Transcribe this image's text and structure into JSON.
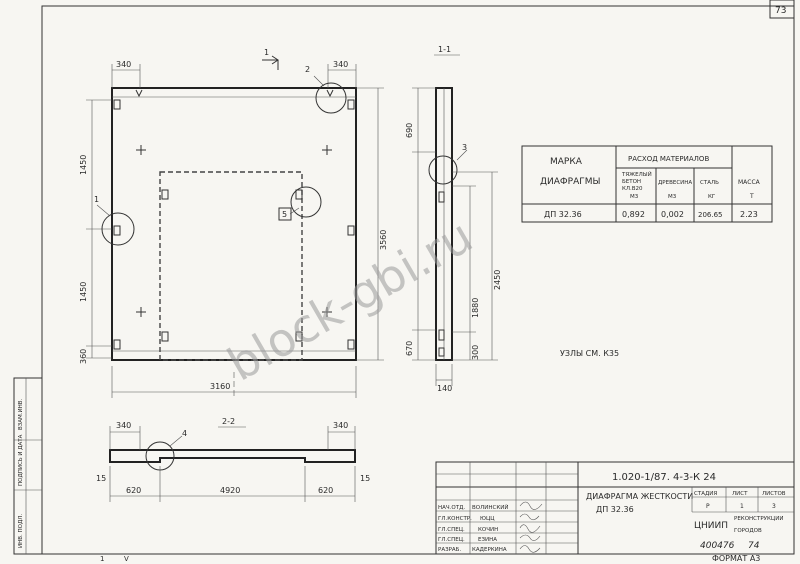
{
  "page_number": "73",
  "section_label_1": "1-1",
  "section_label_2": "2-2",
  "cut_marker": "1",
  "callouts": [
    "1",
    "2",
    "3",
    "4",
    "5"
  ],
  "front_view": {
    "top_left_dim": "340",
    "top_right_dim": "340",
    "left_upper": "1450",
    "left_lower": "1450",
    "left_bottom": "360",
    "right_total": "3560",
    "bottom_width": "3160"
  },
  "side_view": {
    "top": "690",
    "mid": "1880",
    "overall": "2450",
    "lower": "300",
    "bottom": "670",
    "width": "140"
  },
  "bottom_view": {
    "left_top": "340",
    "right_top": "340",
    "left_end": "15",
    "right_end": "15",
    "seg_left": "620",
    "seg_mid": "4920",
    "seg_right": "620"
  },
  "materials_table": {
    "col_mark": "МАРКА",
    "col_mark2": "ДИАФРАГМЫ",
    "col_consumption": "РАСХОД МАТЕРИАЛОВ",
    "col_concrete": [
      "ТЯЖЕЛЫЙ",
      "БЕТОН",
      "КЛ.В20",
      "М3"
    ],
    "col_wood": [
      "ДРЕВЕСИНА",
      "М3"
    ],
    "col_steel": [
      "СТАЛЬ",
      "КГ"
    ],
    "col_mass": [
      "МАССА",
      "Т"
    ],
    "row_mark": "ДП 32.36",
    "row_concrete": "0,892",
    "row_wood": "0,002",
    "row_steel": "206.65",
    "row_mass": "2.23"
  },
  "nodes_note": "УЗЛЫ СМ. К35",
  "watermark": "block-gbi.ru",
  "side_stamp": [
    "ИНВ. ПОДЛ.",
    "ПОДПИСЬ И ДАТА",
    "ВЗАМ.ИНВ."
  ],
  "title_block": {
    "doc_code": "1.020-1/87. 4-3-К 24",
    "title": "ДИАФРАГМА ЖЕСТКОСТИ",
    "mark": "ДП 32.36",
    "stage_h": "СТАДИЯ",
    "sheet_h": "ЛИСТ",
    "sheets_h": "ЛИСТОВ",
    "stage": "Р",
    "sheet": "1",
    "sheets": "3",
    "org": "ЦНИИП",
    "org_sub": [
      "РЕКОНСТРУКЦИИ",
      "ГОРОДОВ"
    ],
    "roles": [
      "НАЧ.ОТД.",
      "ГЛ.КОНСТР.",
      "ГЛ.СПЕЦ.",
      "ГЛ.СПЕЦ.",
      "РАЗРАБ."
    ],
    "names": [
      "ВОЛИНСКИЙ",
      "ЮЦЦ",
      "КОЧИН",
      "ЕЗИНА",
      "КАДЕРКИНА"
    ]
  },
  "bottom_code": "400476",
  "bottom_code2": "74",
  "format": "ФОРМАТ А3",
  "footer_marks": [
    "1",
    "V"
  ]
}
